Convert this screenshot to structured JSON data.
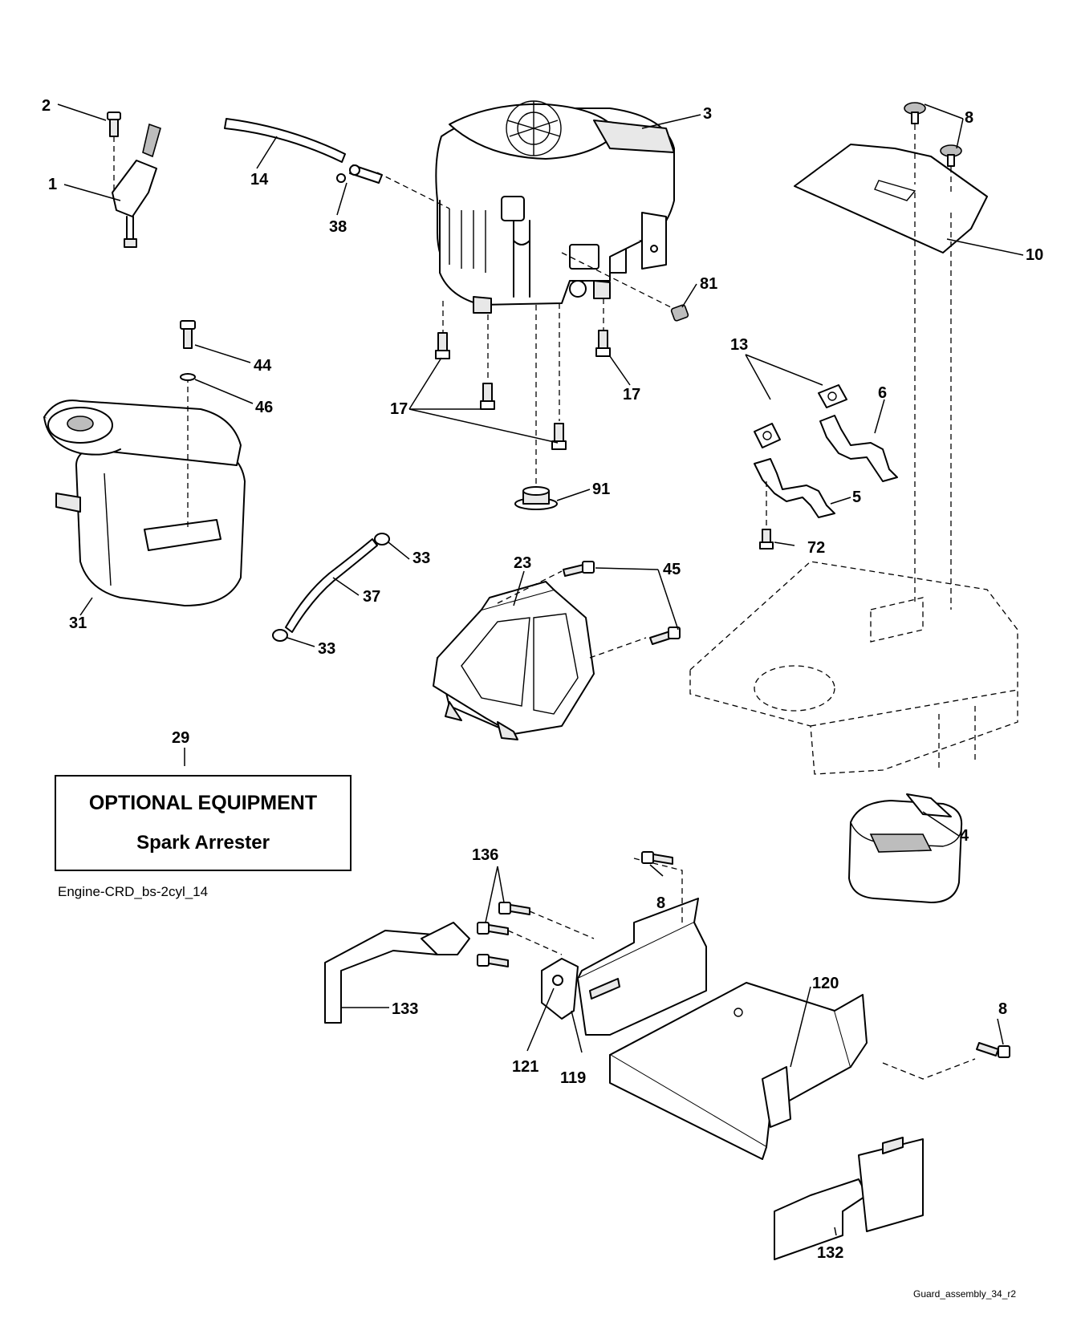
{
  "optional_box": {
    "title": "OPTIONAL EQUIPMENT",
    "subtitle": "Spark Arrester"
  },
  "captions": {
    "assembly_id": "Engine-CRD_bs-2cyl_14",
    "drawing_id": "Guard_assembly_34_r2"
  },
  "callouts": {
    "c1": "1",
    "c2": "2",
    "c3": "3",
    "c4": "4",
    "c5": "5",
    "c6": "6",
    "c8a": "8",
    "c8b": "8",
    "c8c": "8",
    "c10": "10",
    "c13": "13",
    "c14": "14",
    "c17a": "17",
    "c17b": "17",
    "c23": "23",
    "c29": "29",
    "c31": "31",
    "c33a": "33",
    "c33b": "33",
    "c37": "37",
    "c38": "38",
    "c44": "44",
    "c45": "45",
    "c46": "46",
    "c72": "72",
    "c81": "81",
    "c91": "91",
    "c119": "119",
    "c120": "120",
    "c121": "121",
    "c132": "132",
    "c133": "133",
    "c136": "136"
  }
}
